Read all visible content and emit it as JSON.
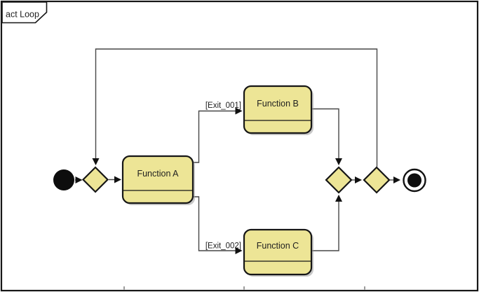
{
  "diagram": {
    "frame_title": "act Loop",
    "diagram_type": "uml-activity-diagram",
    "colors": {
      "node_fill": "#EDE596",
      "node_border": "#161616",
      "connector": "#474747",
      "background": "#FFFFFF",
      "frame_border": "#161616"
    },
    "nodes": [
      {
        "id": "initial",
        "type": "initial-node",
        "label": ""
      },
      {
        "id": "decision-1",
        "type": "decision-merge-node",
        "label": ""
      },
      {
        "id": "function-a",
        "type": "action",
        "label": "Function A"
      },
      {
        "id": "function-b",
        "type": "action",
        "label": "Function B"
      },
      {
        "id": "function-c",
        "type": "action",
        "label": "Function C"
      },
      {
        "id": "merge-1",
        "type": "merge-node",
        "label": ""
      },
      {
        "id": "decision-2",
        "type": "decision-node",
        "label": ""
      },
      {
        "id": "final",
        "type": "activity-final-node",
        "label": ""
      }
    ],
    "edges": [
      {
        "from": "initial",
        "to": "decision-1",
        "guard": ""
      },
      {
        "from": "decision-1",
        "to": "function-a",
        "guard": ""
      },
      {
        "from": "function-a",
        "to": "function-b",
        "guard": "[Exit_001]"
      },
      {
        "from": "function-a",
        "to": "function-c",
        "guard": "[Exit_002]"
      },
      {
        "from": "function-b",
        "to": "merge-1",
        "guard": ""
      },
      {
        "from": "function-c",
        "to": "merge-1",
        "guard": ""
      },
      {
        "from": "merge-1",
        "to": "decision-2",
        "guard": ""
      },
      {
        "from": "decision-2",
        "to": "final",
        "guard": ""
      },
      {
        "from": "decision-2",
        "to": "decision-1",
        "guard": ""
      }
    ]
  }
}
